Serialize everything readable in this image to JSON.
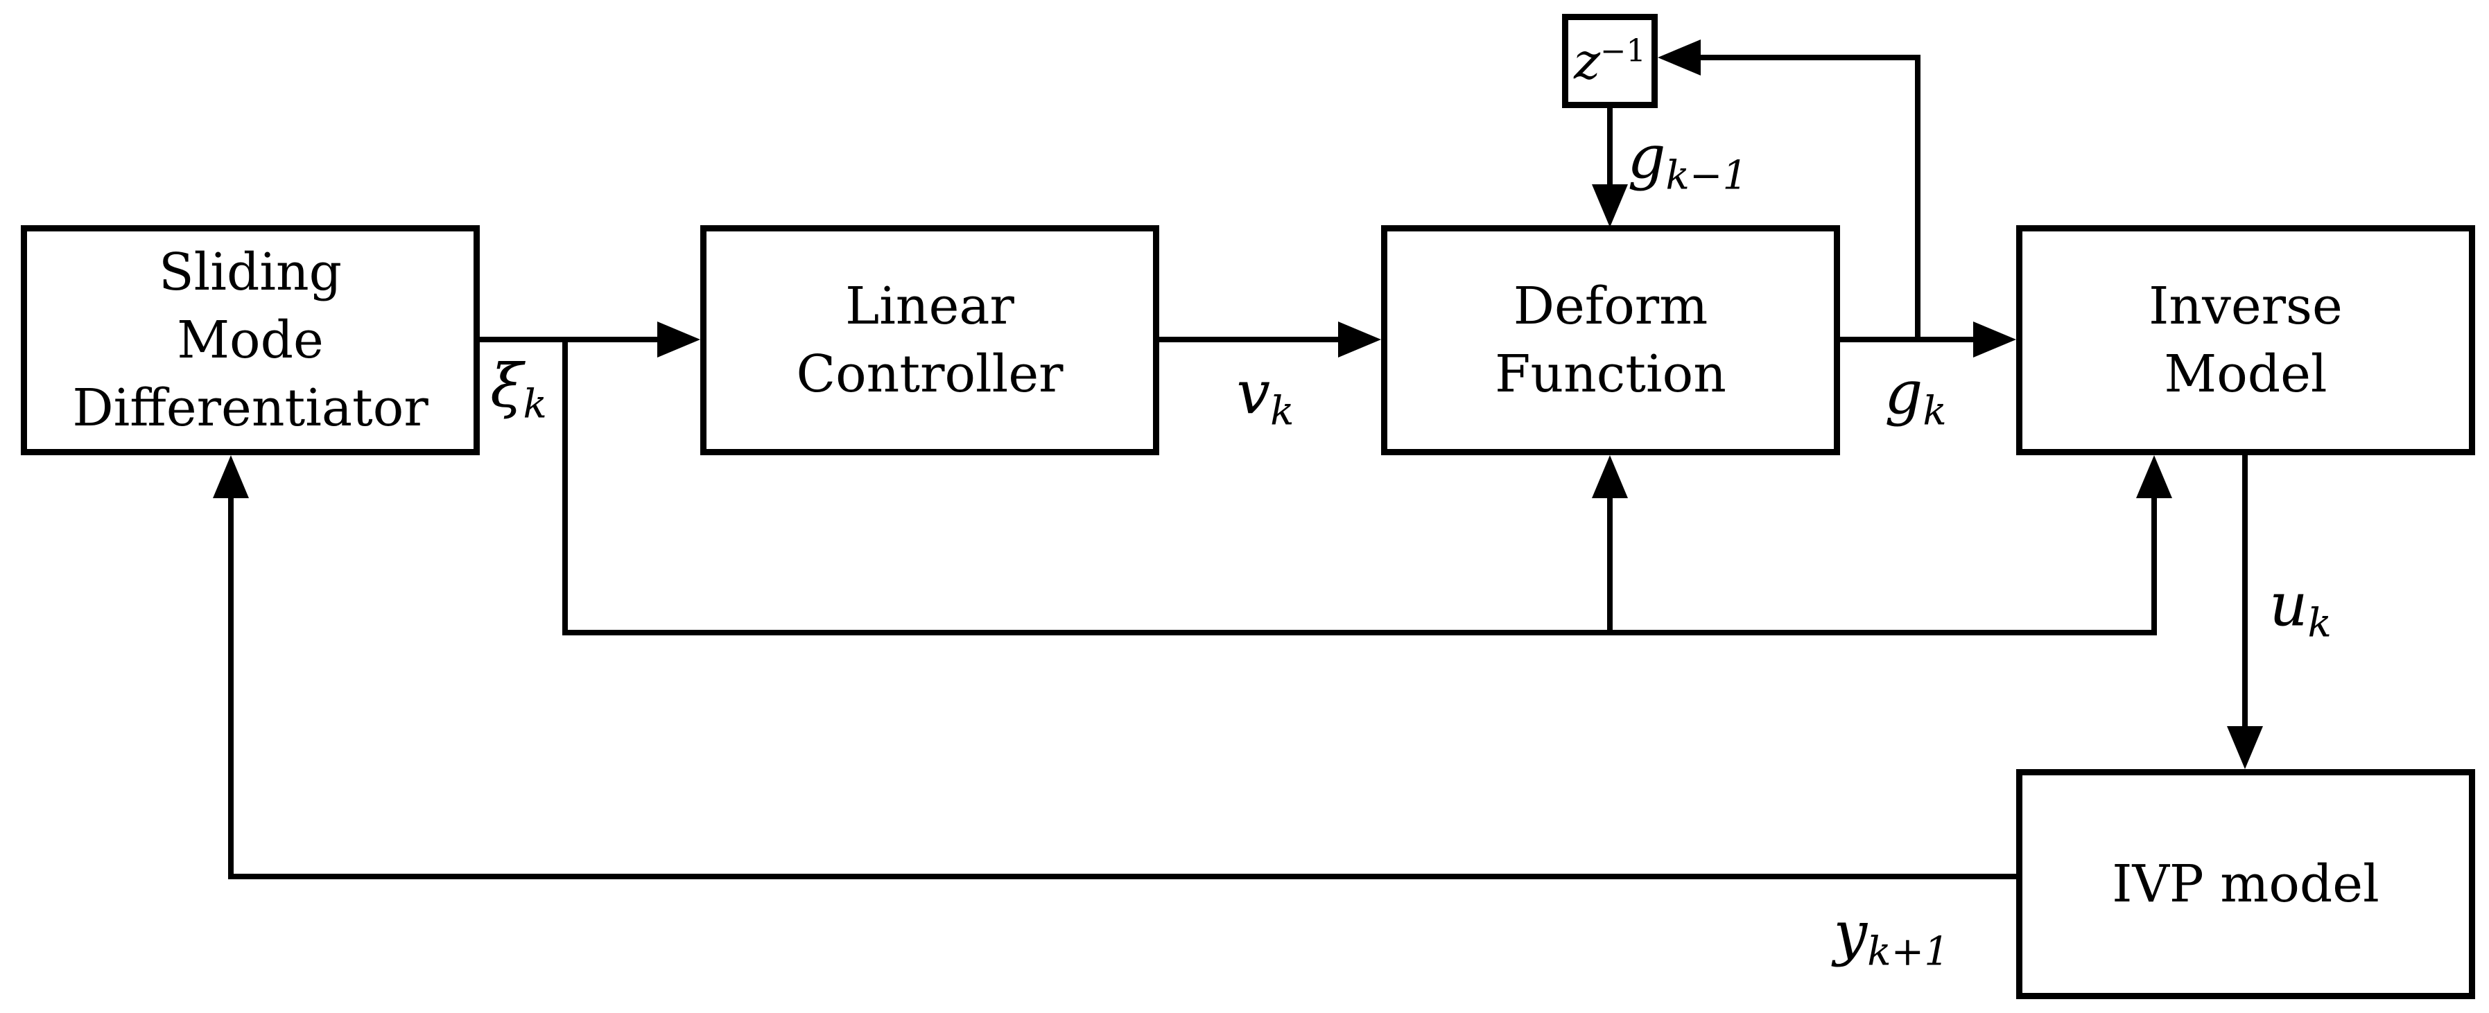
{
  "colors": {
    "ink": "#000000",
    "background": "#ffffff"
  },
  "blocks": {
    "smd": {
      "lines": [
        "Sliding",
        "Mode",
        "Differentiator"
      ]
    },
    "linear_controller": {
      "lines": [
        "Linear",
        "Controller"
      ]
    },
    "deform_function": {
      "lines": [
        "Deform",
        "Function"
      ]
    },
    "inverse_model": {
      "lines": [
        "Inverse",
        "Model"
      ]
    },
    "ivp_model": {
      "lines": [
        "IVP model"
      ]
    },
    "delay": {
      "base": "z",
      "sup": "−1"
    }
  },
  "signals": {
    "xi_k": {
      "base": "ξ",
      "sub": "k"
    },
    "v_k": {
      "base": "v",
      "sub": "k"
    },
    "g_k": {
      "base": "g",
      "sub": "k"
    },
    "g_k_minus_1": {
      "base": "g",
      "sub": "k−1"
    },
    "u_k": {
      "base": "u",
      "sub": "k"
    },
    "y_k_plus_1": {
      "base": "y",
      "sub": "k+1"
    }
  }
}
